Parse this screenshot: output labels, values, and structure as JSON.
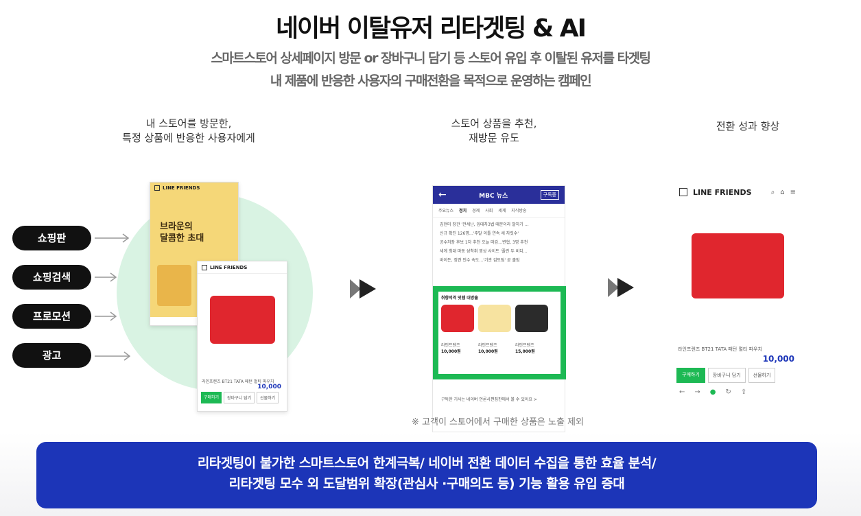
{
  "header": {
    "title": "네이버 이탈유저 리타겟팅 & AI",
    "subtitle_1": "스마트스토어 상세페이지 방문 or 장바구니 담기 등 스토어 유입 후 이탈된 유저를 타겟팅",
    "subtitle_2": "내 제품에 반응한 사용자의 구매전환을 목적으로 운영하는 캠페인"
  },
  "steps": [
    {
      "caption_1": "내 스토어를 방문한,",
      "caption_2": "특정 상품에 반응한 사용자에게"
    },
    {
      "caption_1": "스토어 상품을 추천,",
      "caption_2": "재방문 유도"
    },
    {
      "caption_1": "전환 성과 향상"
    }
  ],
  "channels": [
    "쇼핑판",
    "쇼핑검색",
    "프로모션",
    "광고"
  ],
  "phone_a": {
    "brand": "LINE FRIENDS",
    "headline_1": "브라운의",
    "headline_2": "달콤한 초대"
  },
  "product": {
    "brand": "LINE FRIENDS",
    "name": "라인프렌즈 BT21 TATA 패턴 멀티 파우치",
    "price": "10,000",
    "buy_label": "구매하기",
    "cart_label": "장바구니 담기",
    "gift_label": "선물하기"
  },
  "news": {
    "title": "MBC 뉴스",
    "subscribe": "구독중",
    "tabs": [
      "주요뉴스",
      "정치",
      "경제",
      "사회",
      "세계",
      "지식방송"
    ],
    "headlines": [
      "김현미 장관 '전세난, 임대차3법 때문이라 말하기 …",
      "신규 확진 126명…'주말 이틀 연속 세 자릿수'",
      "공수처장 후보 1차 추천 오늘 마감…변협, 3명 추천",
      "세계 최대 마동 성착취 영상 사이트 '폴린 두 비디…",
      "바이든, 정권 인수 속도…'기관 검토팀' 곧 출범"
    ],
    "reco_title": "취향저격 잇템 대방출",
    "reco_items": [
      {
        "name": "라인프렌즈",
        "price": "10,000원"
      },
      {
        "name": "라인프렌즈",
        "price": "10,000원"
      },
      {
        "name": "라인프렌즈",
        "price": "15,000원"
      }
    ],
    "footer": "구독한 기사는 네이버 언론사편집판에서 볼 수 있어요 >"
  },
  "note": "※ 고객이 스토어에서 구매한 상품은 노출 제외",
  "banner": {
    "line_1": "리타겟팅이 불가한 스마트스토어 한계극복/ 네이버 전환 데이터 수집을 통한 효율 분석/",
    "line_2": "리타겟팅 모수 외 도달범위 확장(관심사 ·구매의도 등) 기능 활용 유입 증대"
  },
  "colors": {
    "banner": "#1c35b8",
    "circle": "#d9f3e3",
    "accent_green": "#1db954",
    "pouch_red": "#e0262e"
  }
}
